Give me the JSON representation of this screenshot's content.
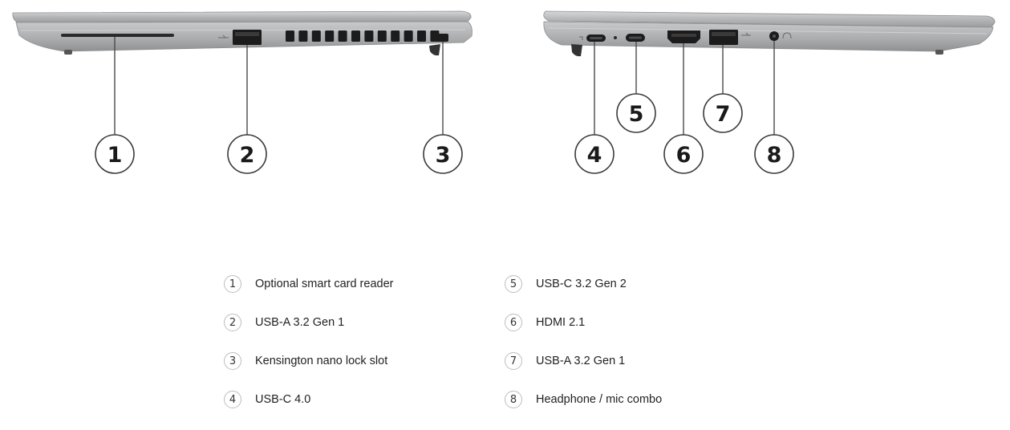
{
  "diagram": {
    "callouts": [
      "1",
      "2",
      "3",
      "4",
      "5",
      "6",
      "7",
      "8"
    ]
  },
  "legend": [
    {
      "number": "1",
      "label": "Optional smart card reader"
    },
    {
      "number": "2",
      "label": "USB-A 3.2 Gen 1"
    },
    {
      "number": "3",
      "label": "Kensington nano lock slot"
    },
    {
      "number": "4",
      "label": "USB-C 4.0"
    },
    {
      "number": "5",
      "label": "USB-C 3.2 Gen 2"
    },
    {
      "number": "6",
      "label": "HDMI 2.1"
    },
    {
      "number": "7",
      "label": "USB-A 3.2 Gen 1"
    },
    {
      "number": "8",
      "label": "Headphone / mic combo"
    }
  ],
  "colors": {
    "chassis": "#b9bbbd",
    "port": "#1c1c1c",
    "callout_line": "#4a4a4a"
  }
}
